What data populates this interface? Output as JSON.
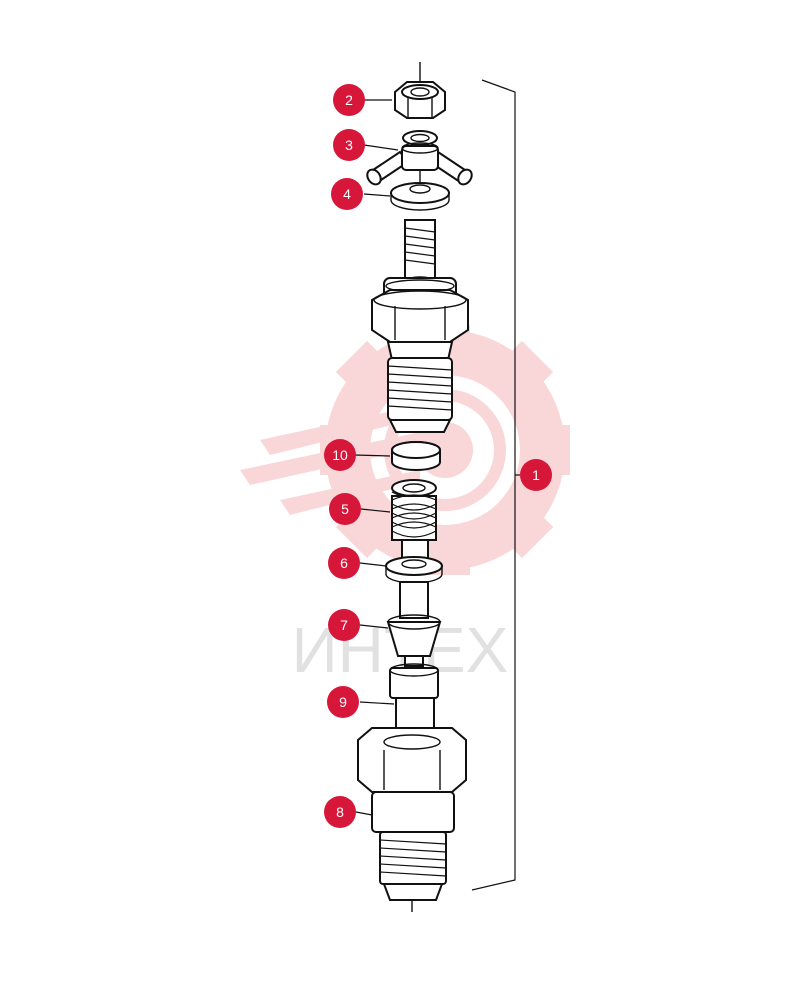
{
  "colors": {
    "callout": "#d6173a",
    "watermark": "#f2a5a8",
    "line": "#111111"
  },
  "watermark": {
    "text": "ИНТЕХ",
    "icon": "gear-logo-icon"
  },
  "callouts": [
    {
      "id": "2",
      "label": "2"
    },
    {
      "id": "3",
      "label": "3"
    },
    {
      "id": "4",
      "label": "4"
    },
    {
      "id": "10",
      "label": "10"
    },
    {
      "id": "5",
      "label": "5"
    },
    {
      "id": "6",
      "label": "6"
    },
    {
      "id": "7",
      "label": "7"
    },
    {
      "id": "9",
      "label": "9"
    },
    {
      "id": "8",
      "label": "8"
    },
    {
      "id": "1",
      "label": "1"
    }
  ]
}
